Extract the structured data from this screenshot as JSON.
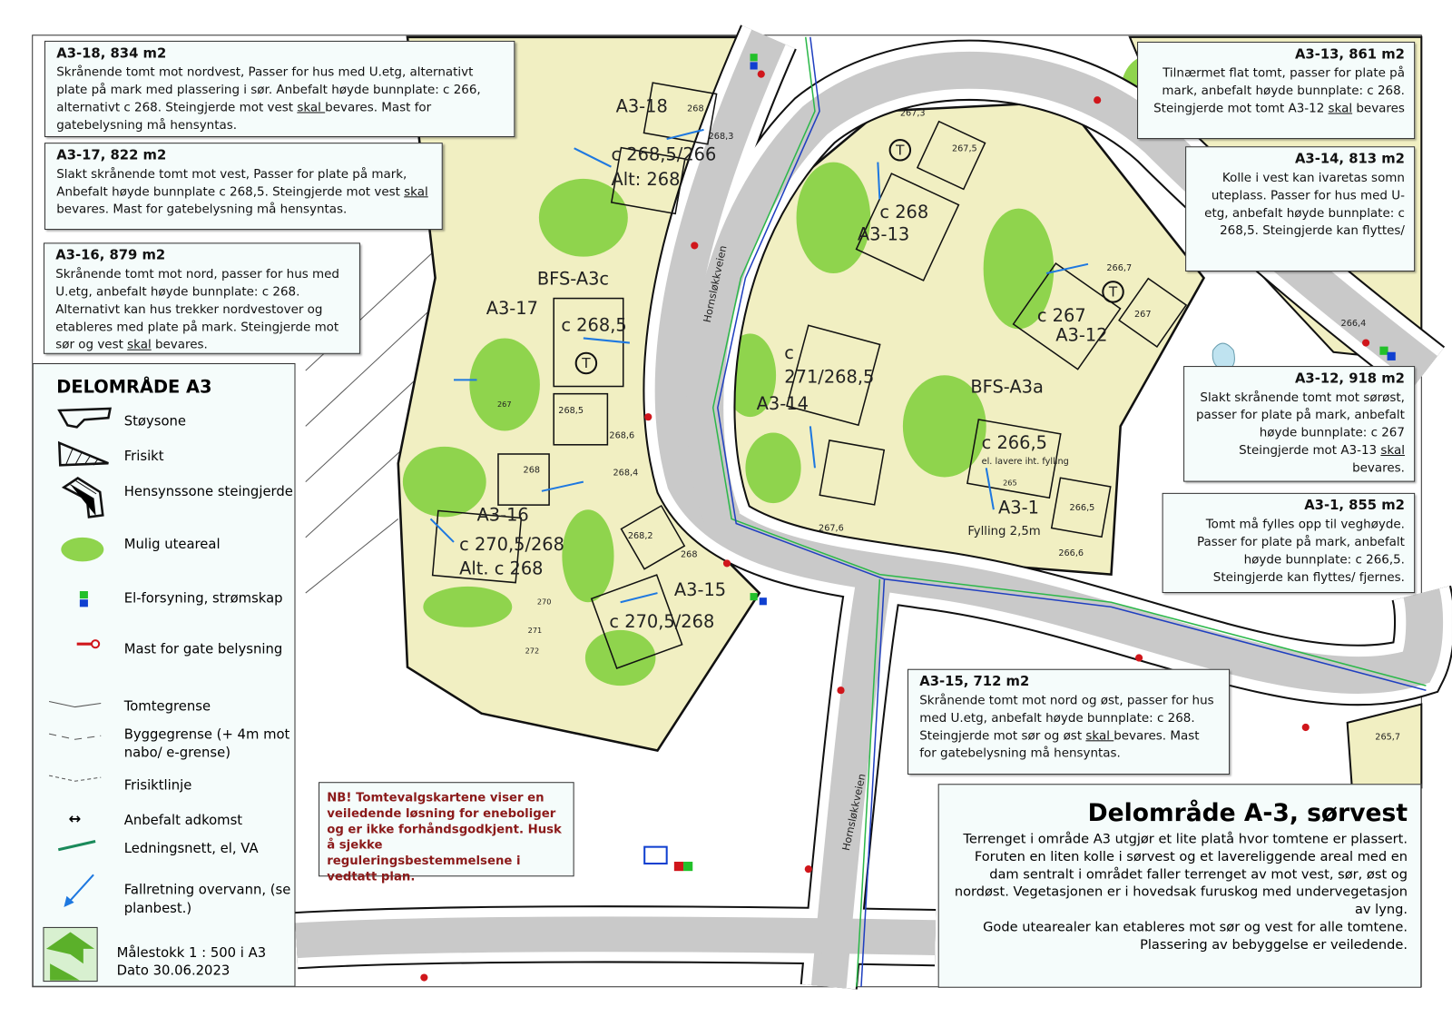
{
  "colors": {
    "plot": "#f1efc2",
    "road": "#c9c9c9",
    "vegetation": "#8fd44d",
    "pipe_green": "#2cb84a",
    "pipe_blue": "#2040c0",
    "water": "#bfe3f0",
    "mast": "#d0161b",
    "arrow": "#1e78e0",
    "el_green": "#22c02a",
    "el_blue": "#1040d0"
  },
  "info_boxes": [
    {
      "id": "A3-18",
      "title": "A3-18, 834 m2",
      "before": "Skrånende tomt mot nordvest, Passer for hus med U.etg, alternativt plate på mark med plassering i sør. Anbefalt høyde bunnplate: c 266, alternativt c 268. Steingjerde mot vest ",
      "underlined": "skal ",
      "after": "bevares. Mast for gatebelysning må hensyntas."
    },
    {
      "id": "A3-17",
      "title": "A3-17, 822 m2",
      "before": "Slakt skrånende tomt mot vest, Passer for plate på mark, Anbefalt høyde bunnplate c 268,5. Steingjerde mot vest ",
      "underlined": "skal ",
      "after": "bevares. Mast for gatebelysning må hensyntas."
    },
    {
      "id": "A3-16",
      "title": "A3-16, 879 m2",
      "before": "Skrånende tomt mot nord, passer for hus med U.etg, anbefalt høyde bunnplate: c 268. Alternativt kan hus trekker nordvestover og etableres med plate på mark. Steingjerde mot sør og vest ",
      "underlined": "skal",
      "after": " bevares."
    },
    {
      "id": "A3-13",
      "title": "A3-13, 861 m2",
      "before": "Tilnærmet flat tomt, passer for plate på mark, anbefalt høyde bunnplate: c 268. Steingjerde mot tomt A3-12 ",
      "underlined": "skal",
      "after": " bevares"
    },
    {
      "id": "A3-14",
      "title": "A3-14, 813 m2",
      "before": "Kolle i vest kan ivaretas somn uteplass. Passer for hus med U-etg, anbefalt høyde bunnplate: c 268,5. Steingjerde kan flyttes/",
      "underlined": "",
      "after": ""
    },
    {
      "id": "A3-12",
      "title": "A3-12, 918 m2",
      "before": "Slakt skrånende tomt mot sørøst, passer for plate på mark, anbefalt høyde bunnplate: c 267 Steingjerde mot A3-13 ",
      "underlined": "skal",
      "after": " bevares."
    },
    {
      "id": "A3-1",
      "title": "A3-1, 855 m2",
      "before": "Tomt må fylles opp til veghøyde. Passer for plate på mark, anbefalt høyde bunnplate: c 266,5. Steingjerde kan flyttes/ fjernes.",
      "underlined": "",
      "after": ""
    },
    {
      "id": "A3-15",
      "title": "A3-15, 712 m2",
      "before": "Skrånende tomt mot nord og øst, passer for hus med U.etg, anbefalt høyde bunnplate: c 268. Steingjerde mot sør og øst ",
      "underlined": "skal ",
      "after": "bevares. Mast for gatebelysning må hensyntas."
    }
  ],
  "legend": {
    "title": "DELOMRÅDE A3",
    "items": [
      "Støysone",
      "Frisikt",
      "Hensynssone steingjerde",
      "Mulig uteareal",
      "El-forsyning, strømskap",
      "Mast for gate belysning",
      "Tomtegrense",
      "Byggegrense (+ 4m mot nabo/ e-grense)",
      "Frisiktlinje",
      "Anbefalt adkomst",
      "Ledningsnett, el, VA",
      "Fallretning overvann, (se planbest.)"
    ],
    "scale": "Målestokk 1 : 500 i A3",
    "date": "Dato 30.06.2023"
  },
  "notice": "NB! Tomtevalgskartene viser en veiledende løsning for eneboliger og er ikke forhåndsgodkjent. Husk å sjekke reguleringsbestemmelsene i vedtatt plan.",
  "description": {
    "title": "Delområde A-3, sørvest",
    "body": "Terrenget i område A3 utgjør et lite platå hvor tomtene er plassert. Foruten en liten kolle i sørvest og et lavereliggende areal med en dam sentralt i området faller terrenget av mot vest, sør, øst og nordøst. Vegetasjonen er i hovedsak furuskog med undervegetasjon av lyng.",
    "body2": "Gode utearealer kan etableres mot sør og vest for alle tomtene.  Plassering av bebyggelse er veiledende."
  },
  "map_labels": [
    "A3-18",
    "c 268,5/266",
    "Alt: 268",
    "BFS-A3c",
    "A3-17",
    "c 268,5",
    "A3-16",
    "c 270,5/268",
    "Alt. c 268",
    "A3-15",
    "c 270,5/268",
    "c 268",
    "A3-13",
    "c 267",
    "A3-12",
    "c",
    "271/268,5",
    "A3-14",
    "BFS-A3a",
    "c 266,5",
    "A3-1",
    "Fylling 2,5m"
  ],
  "small_labels": [
    "268",
    "268,3",
    "267,3",
    "267,5",
    "266,7",
    "267",
    "266,4",
    "268,5",
    "268,6",
    "268,4",
    "268",
    "268,2",
    "268",
    "267,6",
    "265",
    "266,5",
    "266,6",
    "265,7",
    "267",
    "270",
    "271",
    "272",
    "el. lavere iht. fylling",
    "Hornsløkkveien",
    "Hornsløkkveien",
    "T",
    "T",
    "T"
  ]
}
